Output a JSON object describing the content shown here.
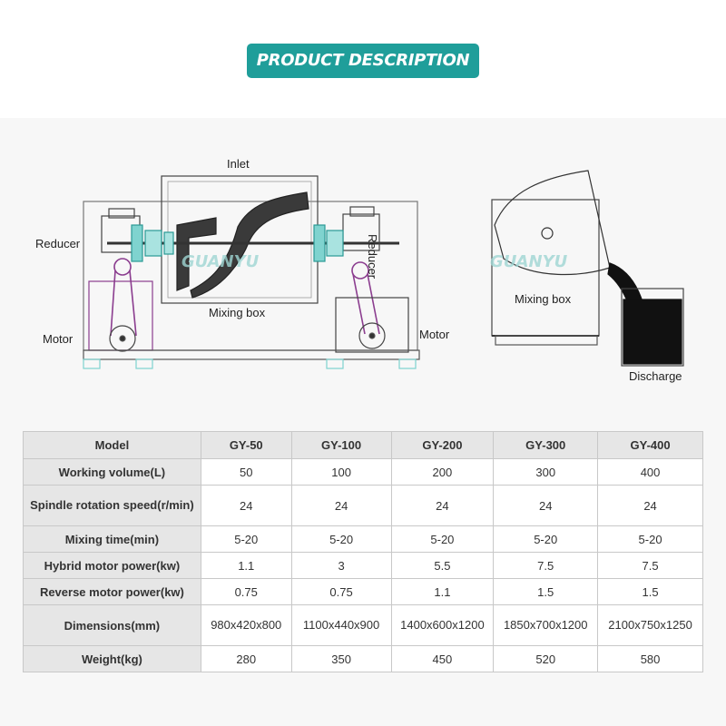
{
  "header": {
    "title": "PRODUCT DESCRIPTION"
  },
  "diagram": {
    "labels": {
      "inlet": "Inlet",
      "reducer_left": "Reducer",
      "reducer_right": "Reducer",
      "motor_left": "Motor",
      "motor_right": "Motor",
      "mixing_box_front": "Mixing box",
      "mixing_box_side": "Mixing box",
      "discharge": "Discharge"
    },
    "watermark": "GUANYU"
  },
  "colors": {
    "accent": "#1f9e9a",
    "table_header_bg": "#e6e6e6",
    "table_border": "#c8c8c8"
  },
  "table": {
    "columns": [
      "Model",
      "GY-50",
      "GY-100",
      "GY-200",
      "GY-300",
      "GY-400"
    ],
    "rows": [
      {
        "label": "Working volume(L)",
        "values": [
          "50",
          "100",
          "200",
          "300",
          "400"
        ]
      },
      {
        "label": "Spindle rotation speed(r/min)",
        "values": [
          "24",
          "24",
          "24",
          "24",
          "24"
        ]
      },
      {
        "label": "Mixing time(min)",
        "values": [
          "5-20",
          "5-20",
          "5-20",
          "5-20",
          "5-20"
        ]
      },
      {
        "label": "Hybrid motor power(kw)",
        "values": [
          "1.1",
          "3",
          "5.5",
          "7.5",
          "7.5"
        ]
      },
      {
        "label": "Reverse motor power(kw)",
        "values": [
          "0.75",
          "0.75",
          "1.1",
          "1.5",
          "1.5"
        ]
      },
      {
        "label": "Dimensions(mm)",
        "values": [
          "980x420x800",
          "1100x440x900",
          "1400x600x1200",
          "1850x700x1200",
          "2100x750x1250"
        ]
      },
      {
        "label": "Weight(kg)",
        "values": [
          "280",
          "350",
          "450",
          "520",
          "580"
        ]
      }
    ]
  }
}
